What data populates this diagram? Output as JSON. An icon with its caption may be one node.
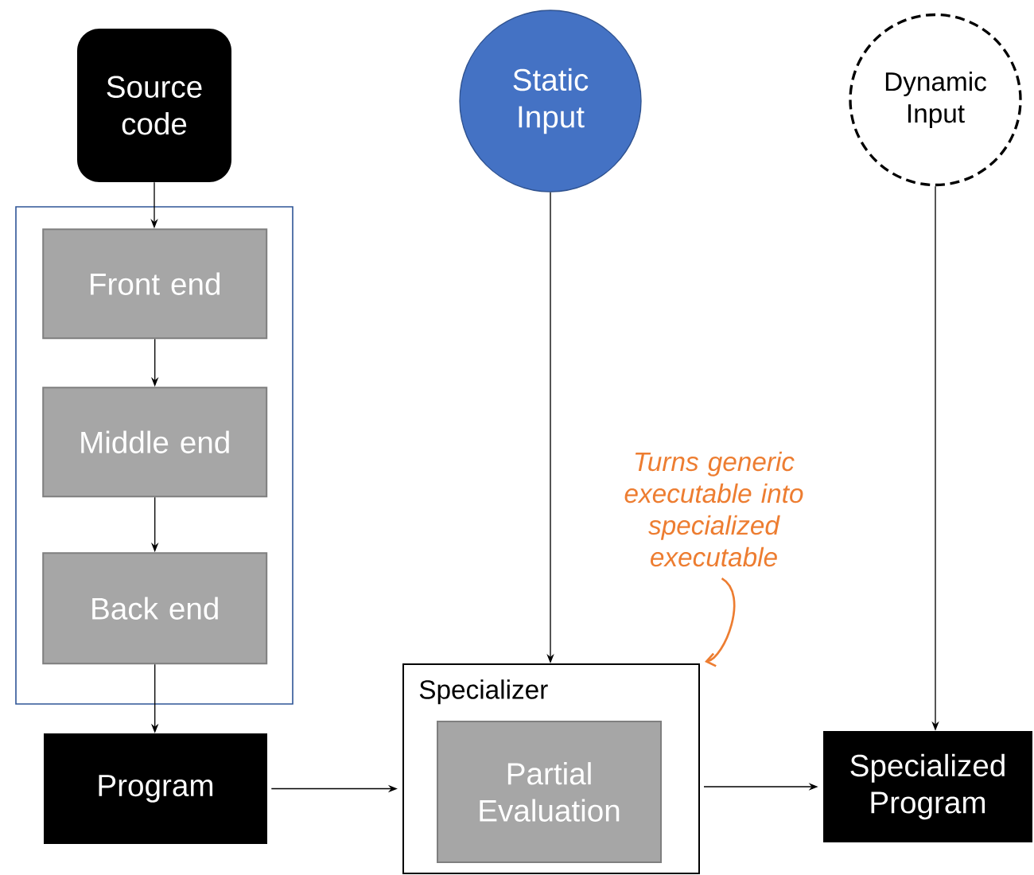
{
  "diagram": {
    "nodes": [
      {
        "text": [
          "Source code"
        ]
      },
      {
        "text": [],
        "shape": "box"
      },
      {
        "text": [
          "Front end"
        ],
        "in": 1
      },
      {
        "text": [
          "Middle end"
        ],
        "in": 1
      },
      {
        "text": [
          "Back end"
        ],
        "in": 1
      },
      {
        "text": [
          "Static Input"
        ]
      },
      {
        "text": [
          "Dynamic Input"
        ]
      },
      {
        "text": [
          "Turns generic executable into specialized executable"
        ]
      },
      {
        "text": [
          "Specializer"
        ]
      },
      {
        "text": [
          "Partial Evaluation"
        ],
        "in": 8
      },
      {
        "text": [
          "Program"
        ]
      },
      {
        "text": [
          "Specialized Program"
        ]
      }
    ],
    "edges": [
      {
        "from": 0,
        "to": 2,
        "arrow": "to"
      },
      {
        "from": 2,
        "to": 3,
        "arrow": "to"
      },
      {
        "from": 3,
        "to": 4,
        "arrow": "to"
      },
      {
        "from": 4,
        "to": 10,
        "arrow": "to"
      },
      {
        "from": 10,
        "to": 8,
        "arrow": "to"
      },
      {
        "from": 5,
        "to": 8,
        "arrow": "to"
      },
      {
        "from": 8,
        "to": 11,
        "arrow": "to"
      },
      {
        "from": 6,
        "to": 11,
        "arrow": "to"
      },
      {
        "from": 7,
        "to": 8,
        "arrow": "to",
        "color": "#ed7d31"
      }
    ]
  }
}
